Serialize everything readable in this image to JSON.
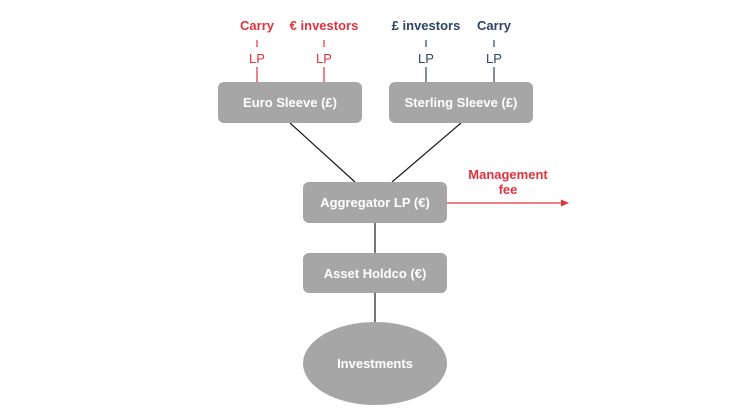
{
  "top_labels": {
    "euro_carry": "Carry",
    "euro_investors": "€ investors",
    "sterling_investors": "£ investors",
    "sterling_carry": "Carry"
  },
  "lp_labels": {
    "euro_1": "LP",
    "euro_2": "LP",
    "sterling_1": "LP",
    "sterling_2": "LP"
  },
  "boxes": {
    "euro_sleeve": "Euro Sleeve (£)",
    "sterling_sleeve": "Sterling Sleeve (£)",
    "aggregator": "Aggregator LP (€)",
    "asset_holdco": "Asset Holdco (€)",
    "investments": "Investments"
  },
  "management_fee": "Management fee",
  "colors": {
    "euro_side": "#e0333e",
    "sterling_side": "#2f4366",
    "box_fill": "#a6a6a6",
    "connector": "#1a1a1a"
  }
}
